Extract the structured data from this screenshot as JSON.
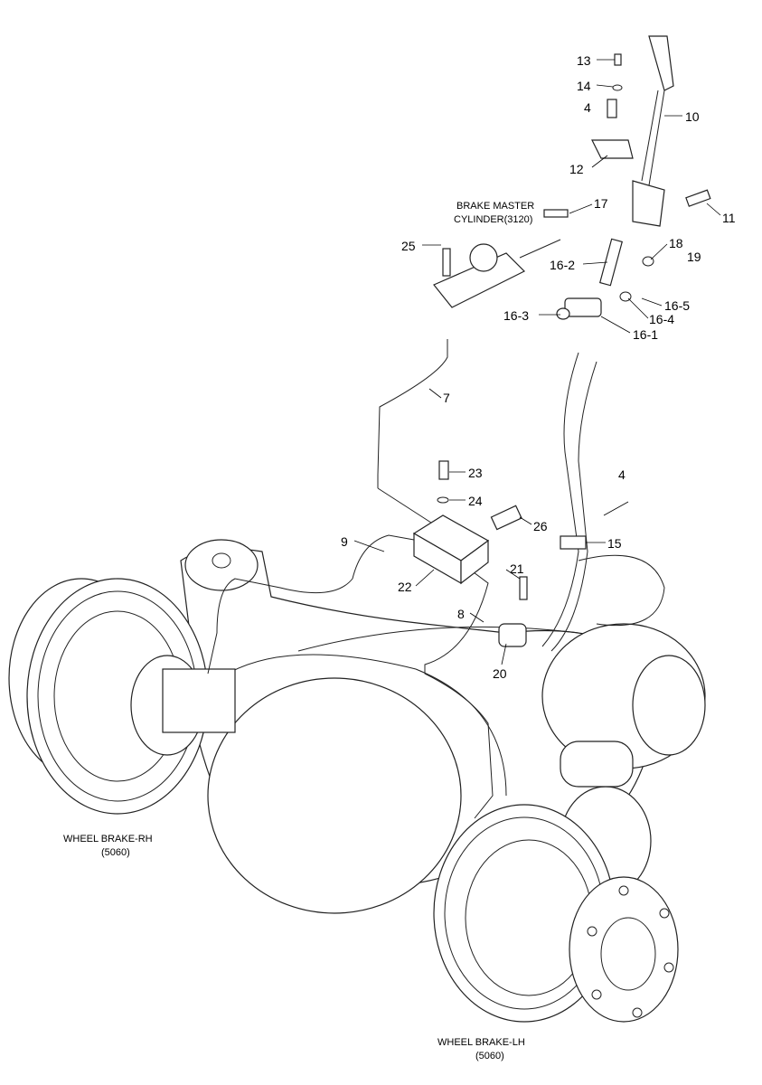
{
  "title": "Parking brake and brake line parts diagram",
  "captions": {
    "master_cyl_1": "BRAKE MASTER",
    "master_cyl_2": "CYLINDER(3120)",
    "wheel_rh_1": "WHEEL BRAKE-RH",
    "wheel_rh_2": "(5060)",
    "wheel_lh_1": "WHEEL BRAKE-LH",
    "wheel_lh_2": "(5060)"
  },
  "callouts": {
    "p13": "13",
    "p14": "14",
    "p4a": "4",
    "p10": "10",
    "p12": "12",
    "p11": "11",
    "p17": "17",
    "p18": "18",
    "p19": "19",
    "p16_2": "16-2",
    "p16_5": "16-5",
    "p16_4": "16-4",
    "p16_3": "16-3",
    "p16_1": "16-1",
    "p25": "25",
    "p7": "7",
    "p23": "23",
    "p24": "24",
    "p26": "26",
    "p4b": "4",
    "p15": "15",
    "p9": "9",
    "p21": "21",
    "p22": "22",
    "p8": "8",
    "p20": "20"
  }
}
